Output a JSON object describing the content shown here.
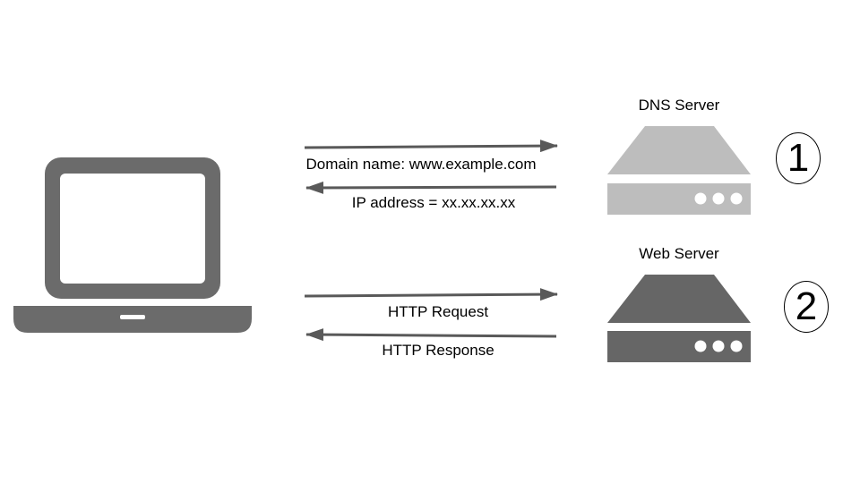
{
  "labels": {
    "dns_server": "DNS Server",
    "web_server": "Web Server",
    "domain_request": "Domain name: www.example.com",
    "ip_response": "IP address = xx.xx.xx.xx",
    "http_request": "HTTP Request",
    "http_response": "HTTP Response"
  },
  "steps": [
    "1",
    "2"
  ],
  "icons": {
    "client": "laptop-icon",
    "dns": "server-icon",
    "web": "server-icon"
  },
  "colors": {
    "laptop": "#6b6b6b",
    "dns_server": "#bdbdbd",
    "web_server": "#666666",
    "arrow": "#595959",
    "server_dot": "#ffffff"
  }
}
